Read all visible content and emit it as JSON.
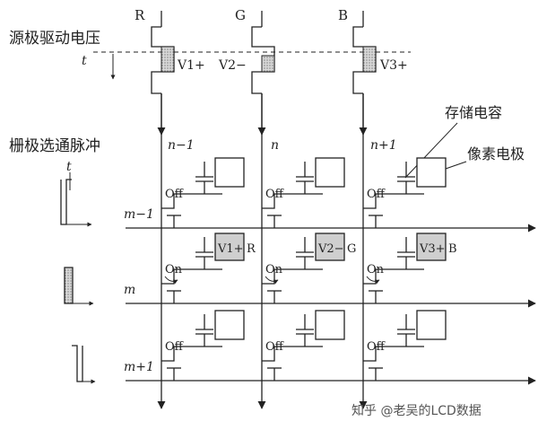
{
  "titles": {
    "source_voltage": "源极驱动电压",
    "gate_pulse": "栅极选通脉冲",
    "storage_capacitor": "存储电容",
    "pixel_electrode": "像素电极"
  },
  "axis": {
    "t_top": "t",
    "t_side": "t"
  },
  "channels": [
    {
      "name": "R",
      "voltage": "V1+",
      "column": "n−1",
      "pixel_label": "V1+",
      "color_suffix": "R"
    },
    {
      "name": "G",
      "voltage": "V2−",
      "column": "n",
      "pixel_label": "V2−",
      "color_suffix": "G"
    },
    {
      "name": "B",
      "voltage": "V3+",
      "column": "n+1",
      "pixel_label": "V3+",
      "color_suffix": "B"
    }
  ],
  "rows": [
    "m−1",
    "m",
    "m+1"
  ],
  "switch": {
    "off": "Off",
    "on": "On"
  },
  "watermark": "知乎 @老吴的LCD数据"
}
